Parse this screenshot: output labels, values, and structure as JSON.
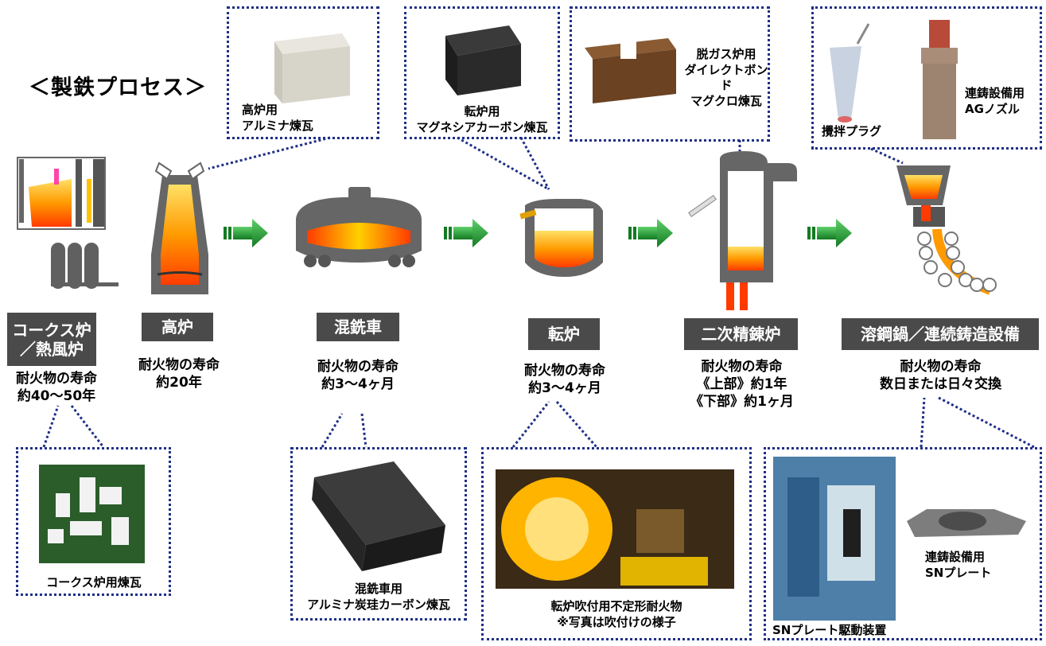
{
  "title": "＜製鉄プロセス＞",
  "stages": [
    {
      "label": "コークス炉\n／熱風炉",
      "life": "耐火物の寿命\n約40～50年"
    },
    {
      "label": "高炉",
      "life": "耐火物の寿命\n約20年"
    },
    {
      "label": "混銑車",
      "life": "耐火物の寿命\n約3～4ヶ月"
    },
    {
      "label": "転炉",
      "life": "耐火物の寿命\n約3～4ヶ月"
    },
    {
      "label": "二次精錬炉",
      "life": "耐火物の寿命\n《上部》約1年\n《下部》約1ヶ月"
    },
    {
      "label": "溶鋼鍋／連続鋳造設備",
      "life": "耐火物の寿命\n数日または日々交換"
    }
  ],
  "callouts": {
    "blast_furnace_brick": "高炉用\nアルミナ煉瓦",
    "converter_brick": "転炉用\nマグネシアカーボン煉瓦",
    "degassing_brick": "脱ガス炉用\nダイレクトボンド\nマグクロ煉瓦",
    "stirring_plug": "攪拌プラグ",
    "ag_nozzle": "連鋳設備用\nAGノズル",
    "coke_brick": "コークス炉用煉瓦",
    "torpedo_brick": "混銑車用\nアルミナ炭珪カーボン煉瓦",
    "gunning": "転炉吹付用不定形耐火物\n※写真は吹付けの様子",
    "sn_plate": "連鋳設備用\nSNプレート",
    "sn_drive": "SNプレート駆動装置"
  },
  "colors": {
    "callout_border": "#1f2f86",
    "label_bg": "#4a4a4a",
    "arrow_green": "#1f9a2c",
    "furnace_gray": "#6e6e6e",
    "molten_orange": "#ff8a00"
  }
}
